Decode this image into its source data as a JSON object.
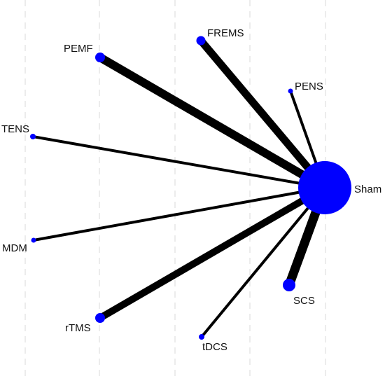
{
  "diagram": {
    "hub": "Sham",
    "colors": {
      "node": "#0000ff",
      "edge": "#000000",
      "label": "#111111",
      "gridline": "#d8d8d8"
    },
    "nodes": [
      {
        "id": "Sham",
        "label": "Sham"
      },
      {
        "id": "PEMF",
        "label": "PEMF"
      },
      {
        "id": "FREMS",
        "label": "FREMS"
      },
      {
        "id": "PENS",
        "label": "PENS"
      },
      {
        "id": "TENS",
        "label": "TENS"
      },
      {
        "id": "MDM",
        "label": "MDM"
      },
      {
        "id": "rTMS",
        "label": "rTMS"
      },
      {
        "id": "tDCS",
        "label": "tDCS"
      },
      {
        "id": "SCS",
        "label": "SCS"
      }
    ],
    "edges": [
      {
        "from": "PEMF",
        "to": "Sham"
      },
      {
        "from": "FREMS",
        "to": "Sham"
      },
      {
        "from": "PENS",
        "to": "Sham"
      },
      {
        "from": "TENS",
        "to": "Sham"
      },
      {
        "from": "MDM",
        "to": "Sham"
      },
      {
        "from": "rTMS",
        "to": "Sham"
      },
      {
        "from": "tDCS",
        "to": "Sham"
      },
      {
        "from": "SCS",
        "to": "Sham"
      }
    ]
  }
}
